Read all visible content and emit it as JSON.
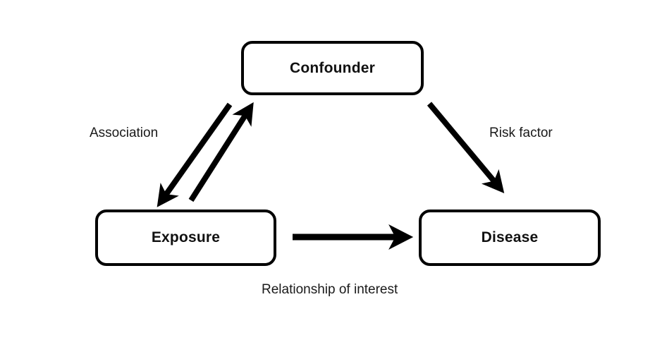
{
  "figure": {
    "background_color": "#ffffff",
    "stroke_color": "#000000",
    "text_color": "#1a1a1a"
  },
  "nodes": [
    {
      "id": "confounder",
      "label": "Confounder"
    },
    {
      "id": "exposure",
      "label": "Exposure"
    },
    {
      "id": "disease",
      "label": "Disease"
    }
  ],
  "edge_labels": {
    "association": "Association",
    "risk_factor": "Risk factor",
    "relationship": "Relationship of interest"
  },
  "edges": [
    {
      "id": "confounder-to-exposure",
      "from": "confounder",
      "to": "exposure",
      "direction": "down-left",
      "label": "Association"
    },
    {
      "id": "exposure-to-confounder",
      "from": "exposure",
      "to": "confounder",
      "direction": "up-right",
      "label": "Association"
    },
    {
      "id": "confounder-to-disease",
      "from": "confounder",
      "to": "disease",
      "direction": "down-right",
      "label": "Risk factor"
    },
    {
      "id": "exposure-to-disease",
      "from": "exposure",
      "to": "disease",
      "direction": "right",
      "label": "Relationship of interest"
    }
  ]
}
